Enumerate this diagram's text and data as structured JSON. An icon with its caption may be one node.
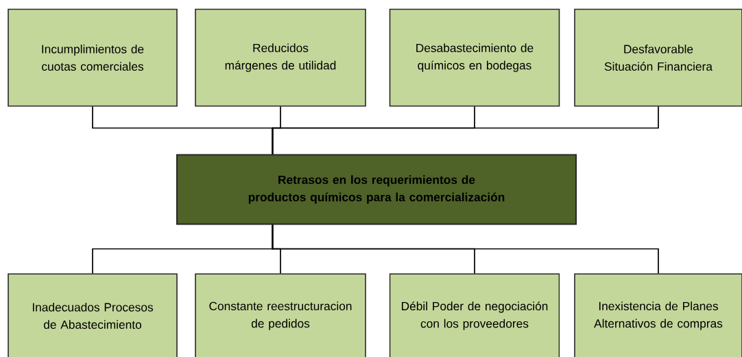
{
  "diagram": {
    "nodes": [
      {
        "text": [
          "Incumplimientos de cuotas comerciales"
        ]
      },
      {
        "text": [
          "Reducidos márgenes de utilidad"
        ]
      },
      {
        "text": [
          "Desabastecimiento de químicos en bodegas"
        ]
      },
      {
        "text": [
          "Desfavorable Situación Financiera"
        ]
      },
      {
        "text": [
          "Retrasos en los requerimientos de productos químicos para la comercialización"
        ]
      },
      {
        "text": [
          "Inadecuados Procesos de Abastecimiento"
        ]
      },
      {
        "text": [
          "Constante reestructuracion de pedidos"
        ]
      },
      {
        "text": [
          "Débil Poder de negociación con los proveedores"
        ]
      },
      {
        "text": [
          "Inexistencia de Planes Alternativos de compras"
        ]
      }
    ],
    "edges": [
      {
        "from": 4,
        "to": 0,
        "arrow": "none"
      },
      {
        "from": 4,
        "to": 1,
        "arrow": "none"
      },
      {
        "from": 4,
        "to": 2,
        "arrow": "none"
      },
      {
        "from": 4,
        "to": 3,
        "arrow": "none"
      },
      {
        "from": 4,
        "to": 5,
        "arrow": "none"
      },
      {
        "from": 4,
        "to": 6,
        "arrow": "none"
      },
      {
        "from": 4,
        "to": 7,
        "arrow": "none"
      },
      {
        "from": 4,
        "to": 8,
        "arrow": "none"
      }
    ]
  }
}
